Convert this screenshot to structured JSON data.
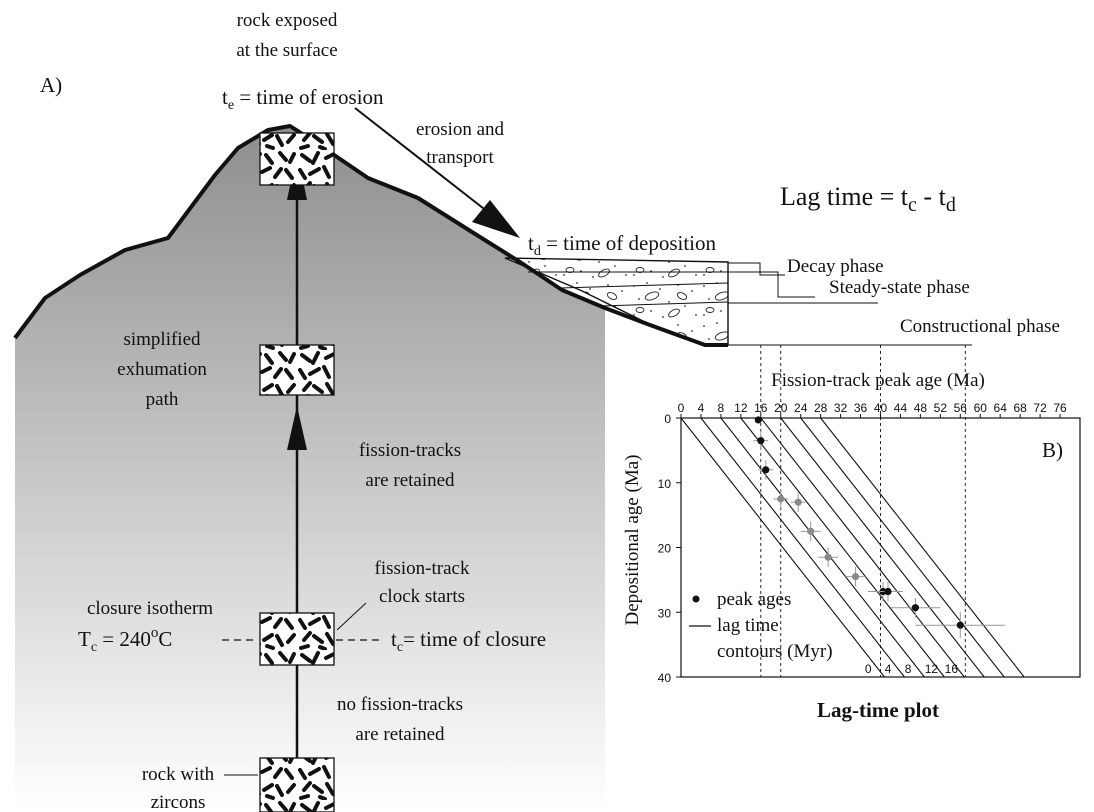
{
  "panel_a": {
    "panel_label": "A)",
    "surface_line1": "rock exposed",
    "surface_line2": "at the surface",
    "te_base": "t",
    "te_sub": "e",
    "te_rest": " = time of erosion",
    "erosion_line1": "erosion and",
    "erosion_line2": "transport",
    "lag_main": "Lag time = t",
    "lag_sub1": "c",
    "lag_mid": " - t",
    "lag_sub2": "d",
    "td_base": "t",
    "td_sub": "d",
    "td_rest": " = time of deposition",
    "decay": "Decay phase",
    "steady": "Steady-state phase",
    "constructional": "Constructional phase",
    "path_line1": "simplified",
    "path_line2": "exhumation",
    "path_line3": "path",
    "retained_line1": "fission-tracks",
    "retained_line2": "are retained",
    "clock_line1": "fission-track",
    "clock_line2": "clock starts",
    "closure_label": "closure isotherm",
    "tc_iso_base": "T",
    "tc_iso_sub": "c",
    "tc_iso_value": " = 240",
    "tc_iso_sup": "o",
    "tc_iso_unit": "C",
    "tc_time_base": "t",
    "tc_time_sub": "c",
    "tc_time_rest": "= time of closure",
    "not_retained_line1": "no fission-tracks",
    "not_retained_line2": "are retained",
    "zircon_line1": "rock with",
    "zircon_line2": "zircons"
  },
  "panel_b": {
    "panel_label": "B)",
    "legend_peak": "peak ages",
    "legend_lag_line1": "lag time",
    "legend_lag_line2": "contours (Myr)",
    "plot_title": "Lag-time plot"
  },
  "chart_data": {
    "type": "scatter",
    "xlabel": "Fission-track peak age (Ma)",
    "ylabel": "Depositional age (Ma)",
    "xlim": [
      0,
      80
    ],
    "ylim": [
      40,
      0
    ],
    "x_ticks": [
      "0",
      "4",
      "8",
      "12",
      "16",
      "20",
      "24",
      "28",
      "32",
      "36",
      "40",
      "44",
      "48",
      "52",
      "56",
      "60",
      "64",
      "68",
      "72",
      "76"
    ],
    "y_ticks": [
      "0",
      "10",
      "20",
      "30",
      "40"
    ],
    "contour_labels": [
      "0",
      "4",
      "8",
      "12",
      "16"
    ],
    "contours": [
      0,
      4,
      8,
      12,
      16
    ],
    "black_points": [
      {
        "x": 15.5,
        "y": 0.3,
        "xerr": 0,
        "yerr": 0
      },
      {
        "x": 16,
        "y": 3.5,
        "xerr": 1.5,
        "yerr": 1.5
      },
      {
        "x": 17,
        "y": 8,
        "xerr": 1.5,
        "yerr": 1.5
      },
      {
        "x": 40.5,
        "y": 26.8,
        "xerr": 3,
        "yerr": 1.5
      },
      {
        "x": 41.5,
        "y": 26.8,
        "xerr": 3,
        "yerr": 1.5
      },
      {
        "x": 47,
        "y": 29.3,
        "xerr": 5,
        "yerr": 1.5
      },
      {
        "x": 56,
        "y": 32,
        "xerr": 9,
        "yerr": 2
      }
    ],
    "gray_points": [
      {
        "x": 20,
        "y": 12.5,
        "xerr": 1.5,
        "yerr": 1.5
      },
      {
        "x": 23.5,
        "y": 13,
        "xerr": 1.5,
        "yerr": 1.5
      },
      {
        "x": 26,
        "y": 17.5,
        "xerr": 2,
        "yerr": 1.5
      },
      {
        "x": 29.5,
        "y": 21.5,
        "xerr": 2,
        "yerr": 1.5
      },
      {
        "x": 35,
        "y": 24.5,
        "xerr": 2,
        "yerr": 1.5
      }
    ],
    "guide_lines": [
      16,
      20,
      40,
      57
    ]
  },
  "colors": {
    "mountain_gray": "#8e8e8e",
    "ink": "#111111",
    "gray_point": "#8a8a8a",
    "errorbar": "#999999"
  }
}
